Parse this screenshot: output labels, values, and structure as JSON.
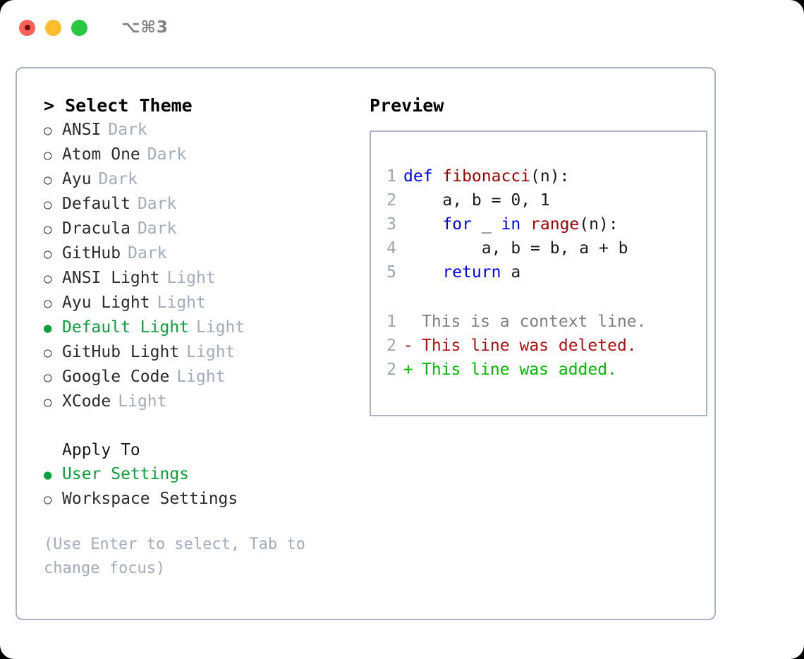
{
  "titlebar": {
    "shortcut": "⌥⌘3",
    "lights": [
      {
        "name": "close",
        "color": "#ff6058"
      },
      {
        "name": "minimize",
        "color": "#ffbd2e"
      },
      {
        "name": "maximize",
        "color": "#28c840"
      }
    ]
  },
  "colors": {
    "accent_green": "#0ba03c",
    "muted": "#a2acba",
    "border": "#a9b3c1",
    "keyword_blue": "#0000ff",
    "function_red": "#a40000",
    "diff_add": "#00bb00",
    "diff_del": "#b01010",
    "diff_ctx": "#808080",
    "line_number": "#9aa5b1"
  },
  "theme_panel": {
    "header": "> Select Theme",
    "marker_selected": "●",
    "marker_unselected": "○",
    "items": [
      {
        "label": "ANSI",
        "category": "Dark",
        "selected": false
      },
      {
        "label": "Atom One",
        "category": "Dark",
        "selected": false
      },
      {
        "label": "Ayu",
        "category": "Dark",
        "selected": false
      },
      {
        "label": "Default",
        "category": "Dark",
        "selected": false
      },
      {
        "label": "Dracula",
        "category": "Dark",
        "selected": false
      },
      {
        "label": "GitHub",
        "category": "Dark",
        "selected": false
      },
      {
        "label": "ANSI Light",
        "category": "Light",
        "selected": false
      },
      {
        "label": "Ayu Light",
        "category": "Light",
        "selected": false
      },
      {
        "label": "Default Light",
        "category": "Light",
        "selected": true
      },
      {
        "label": "GitHub Light",
        "category": "Light",
        "selected": false
      },
      {
        "label": "Google Code",
        "category": "Light",
        "selected": false
      },
      {
        "label": "XCode",
        "category": "Light",
        "selected": false
      }
    ]
  },
  "apply_to": {
    "header": "Apply To",
    "items": [
      {
        "label": "User Settings",
        "selected": true
      },
      {
        "label": "Workspace Settings",
        "selected": false
      }
    ]
  },
  "hint": "(Use Enter to select, Tab to change focus)",
  "preview": {
    "title": "Preview",
    "code_lines": [
      {
        "number": "1",
        "tokens": [
          {
            "text": "def ",
            "kind": "kw"
          },
          {
            "text": "fibonacci",
            "kind": "fn"
          },
          {
            "text": "(n):",
            "kind": "plain"
          }
        ]
      },
      {
        "number": "2",
        "tokens": [
          {
            "text": "    a, b = 0, 1",
            "kind": "plain"
          }
        ]
      },
      {
        "number": "3",
        "tokens": [
          {
            "text": "    ",
            "kind": "plain"
          },
          {
            "text": "for",
            "kind": "kw"
          },
          {
            "text": " _ ",
            "kind": "plain"
          },
          {
            "text": "in",
            "kind": "kw"
          },
          {
            "text": " ",
            "kind": "plain"
          },
          {
            "text": "range",
            "kind": "fn"
          },
          {
            "text": "(n):",
            "kind": "plain"
          }
        ]
      },
      {
        "number": "4",
        "tokens": [
          {
            "text": "        a, b = b, a + b",
            "kind": "plain"
          }
        ]
      },
      {
        "number": "5",
        "tokens": [
          {
            "text": "    ",
            "kind": "plain"
          },
          {
            "text": "return",
            "kind": "kw"
          },
          {
            "text": " a",
            "kind": "plain"
          }
        ]
      }
    ],
    "diff_lines": [
      {
        "number": "1",
        "sign": " ",
        "text": "This is a context line.",
        "kind": "ctx"
      },
      {
        "number": "2",
        "sign": "-",
        "text": "This line was deleted.",
        "kind": "del"
      },
      {
        "number": "2",
        "sign": "+",
        "text": "This line was added.",
        "kind": "add"
      }
    ]
  }
}
